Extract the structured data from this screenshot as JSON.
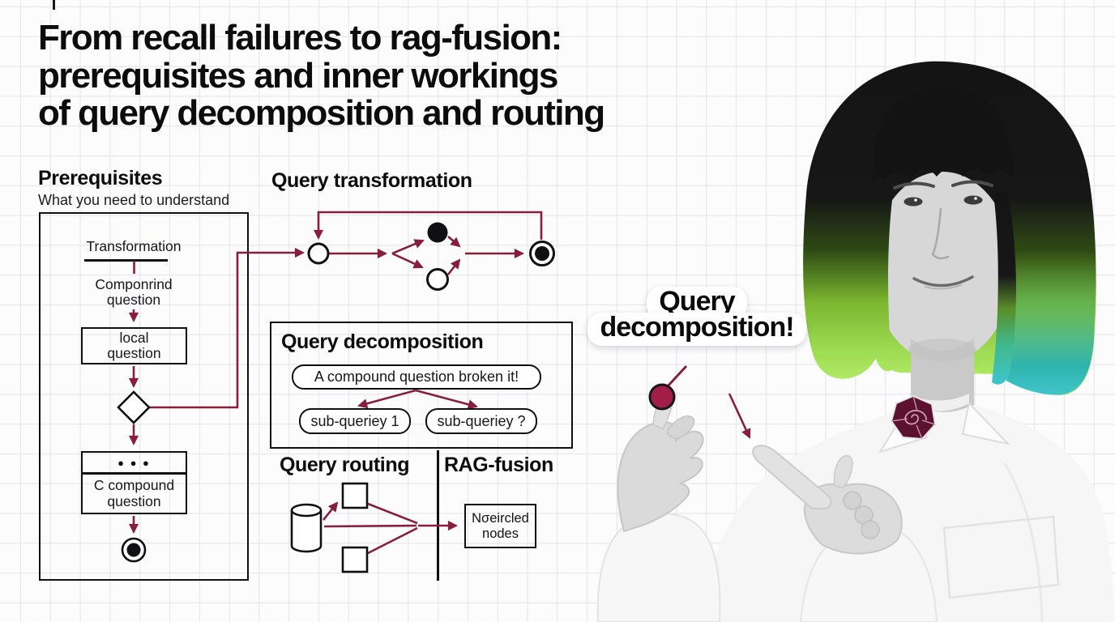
{
  "title": {
    "lines": [
      "From recall failures to rag-fusion:",
      "prerequisites and inner workings",
      "of query decomposition and routing"
    ]
  },
  "prerequisites": {
    "heading": "Prerequisites",
    "subheading": "What you need to understand",
    "flow": {
      "transformation": "Transformation",
      "compound_question": "Componrind\nquestion",
      "local_question": "local\nquestion",
      "ellipsis": "● ● ●",
      "c_compound_question": "C compound\nquestion"
    }
  },
  "query_transformation": {
    "heading": "Query transformation"
  },
  "query_decomposition": {
    "heading": "Query decomposition",
    "compound_chip": "A compound question broken it!",
    "sub_chip_1": "sub-queriey 1",
    "sub_chip_2": "sub-queriey ?"
  },
  "query_routing": {
    "heading": "Query routing"
  },
  "rag_fusion": {
    "heading": "RAG-fusion",
    "node_box": "Nσeircled\nnodes"
  },
  "callout": {
    "lines": [
      "Query",
      "decomposition!"
    ]
  },
  "colors": {
    "connector": "#871f3c",
    "dot_fill": "#a21d48",
    "ink": "#111111",
    "hair_black": "#141414",
    "hair_green": "#9fdd54",
    "hair_teal": "#3fc4cb",
    "brooch": "#5c1130",
    "grid_line": "#e4e4e9"
  }
}
